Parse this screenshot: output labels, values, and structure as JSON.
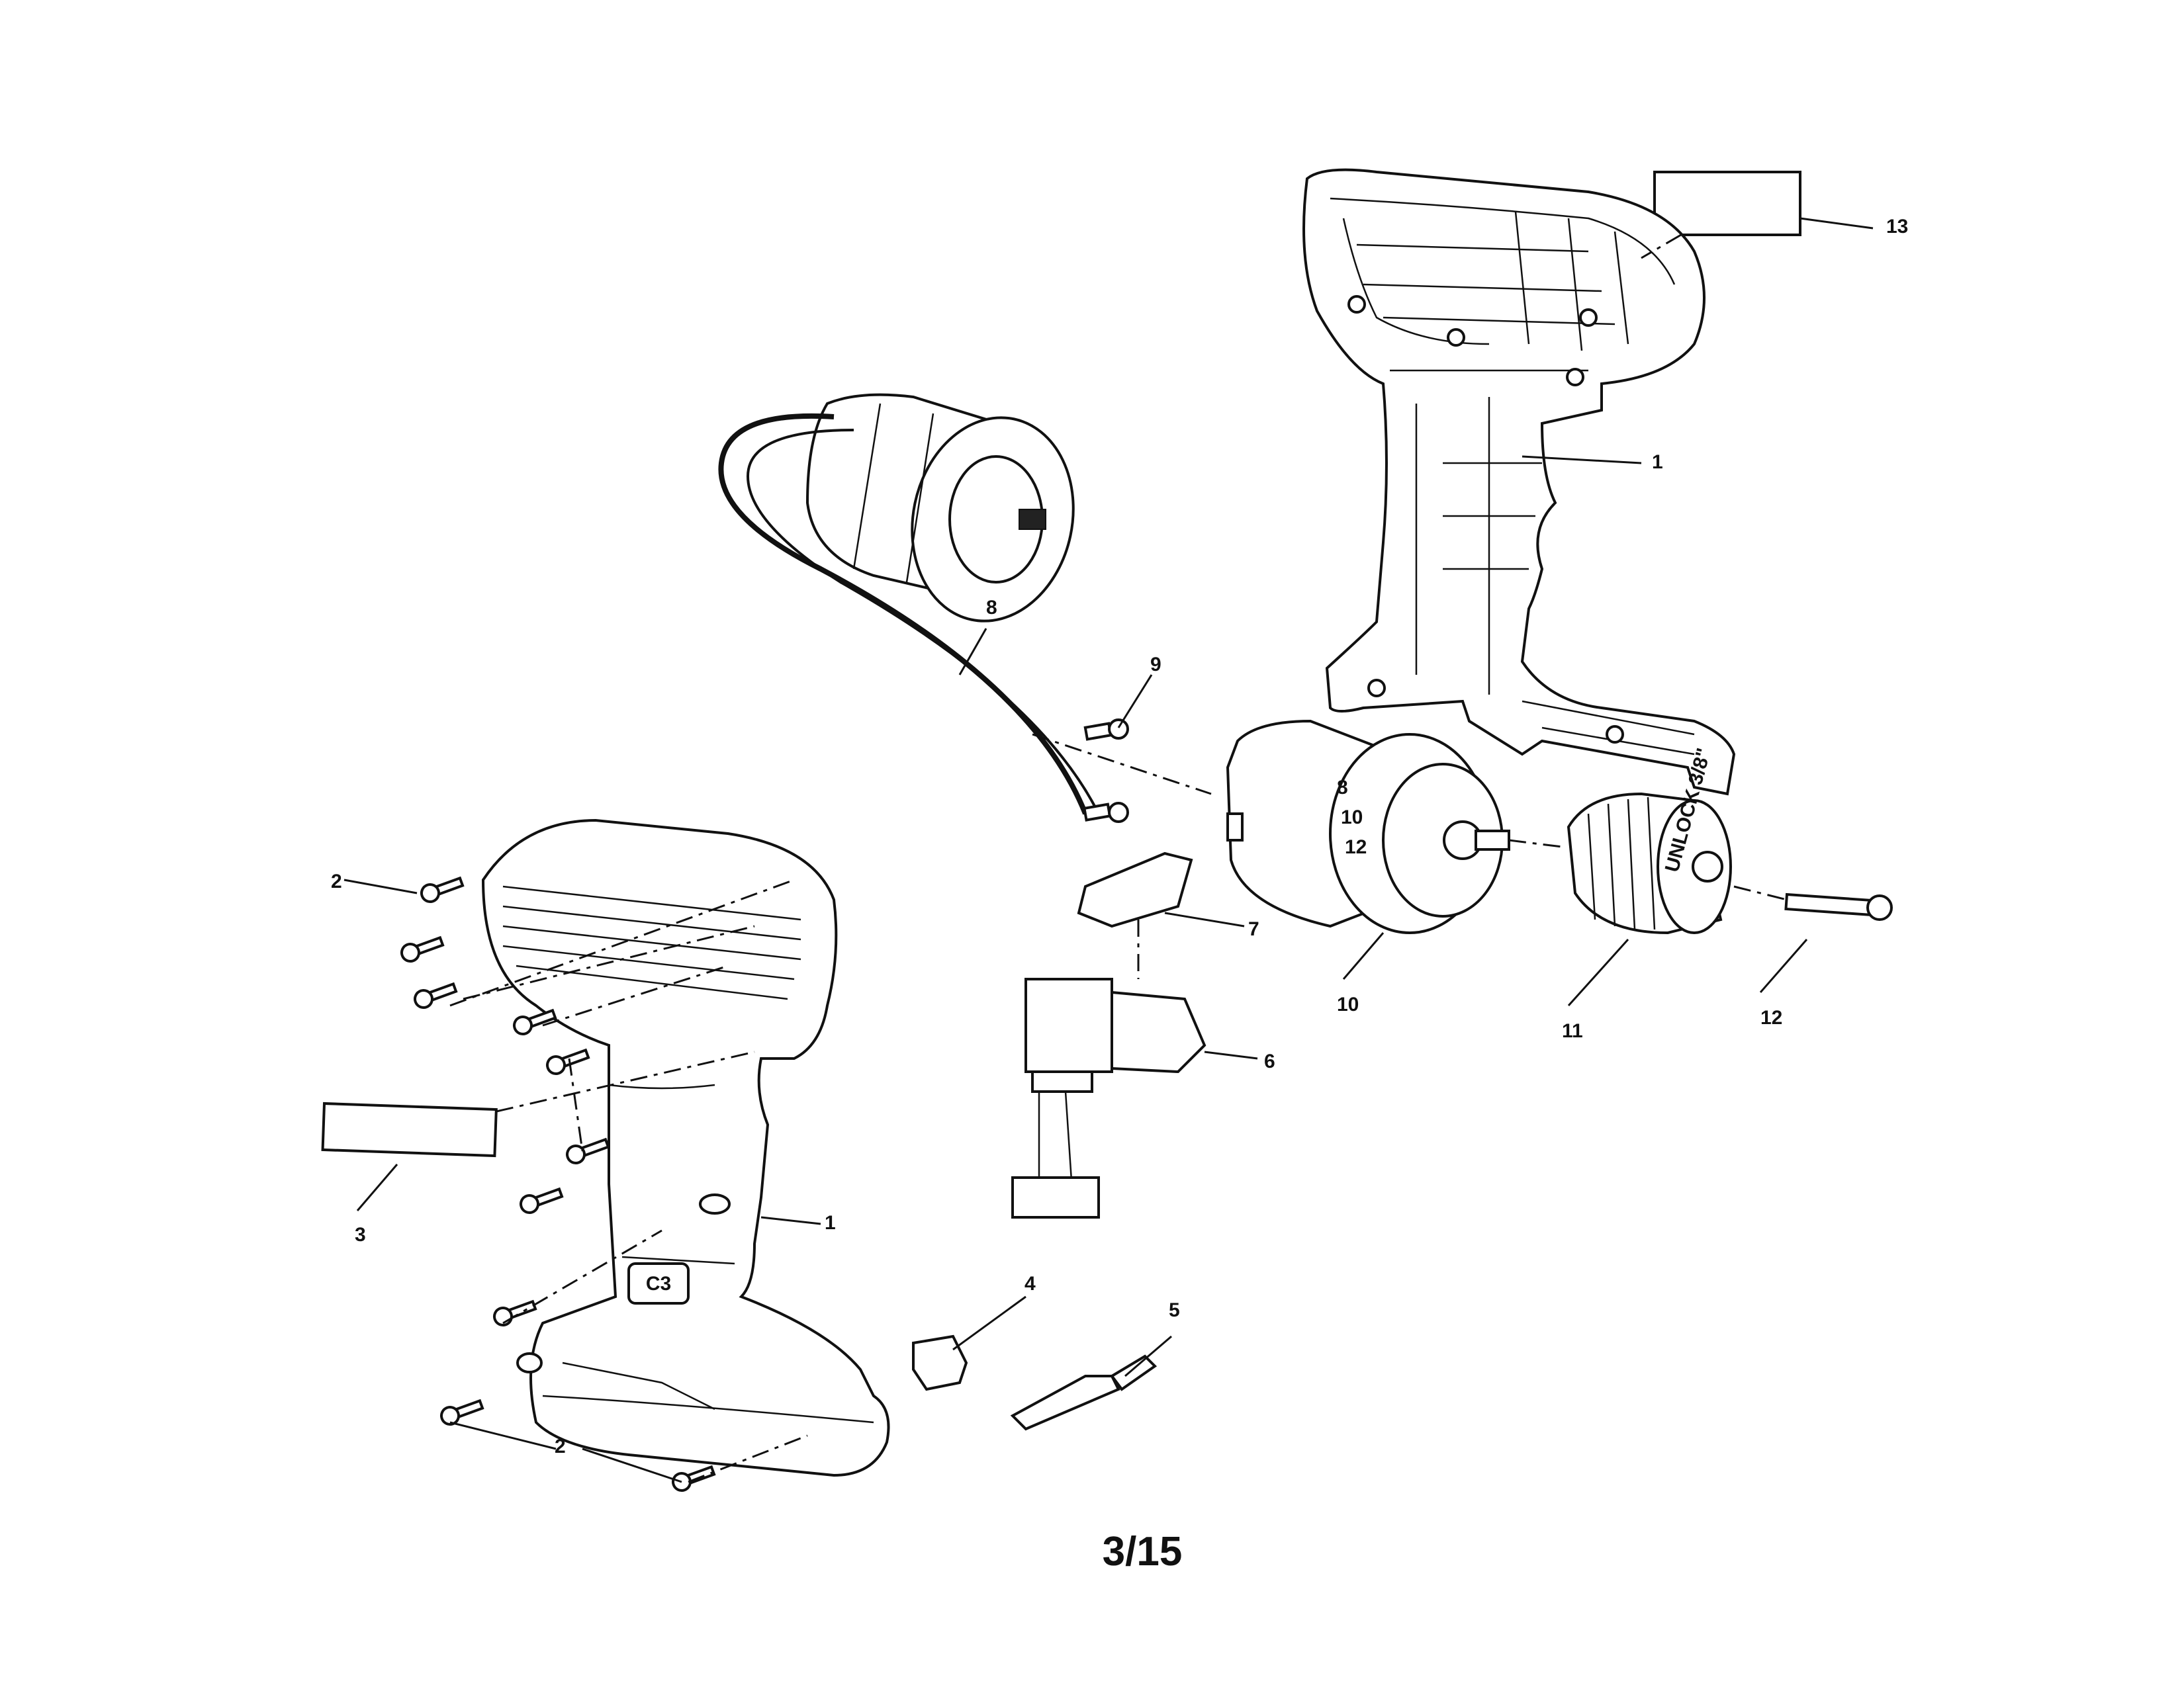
{
  "page_number": "3/15",
  "callouts": [
    {
      "id": "c1-top",
      "text": "1"
    },
    {
      "id": "c1-bottom",
      "text": "1"
    },
    {
      "id": "c2-top",
      "text": "2"
    },
    {
      "id": "c2-bottom",
      "text": "2"
    },
    {
      "id": "c3",
      "text": "3"
    },
    {
      "id": "c4",
      "text": "4"
    },
    {
      "id": "c5",
      "text": "5"
    },
    {
      "id": "c6",
      "text": "6"
    },
    {
      "id": "c7",
      "text": "7"
    },
    {
      "id": "c8",
      "text": "8"
    },
    {
      "id": "c9",
      "text": "9"
    },
    {
      "id": "c10",
      "text": "10"
    },
    {
      "id": "c11",
      "text": "11"
    },
    {
      "id": "c12",
      "text": "12"
    },
    {
      "id": "c13",
      "text": "13"
    }
  ],
  "markings": {
    "gearbox_scale": [
      "8",
      "10",
      "12"
    ],
    "chuck_text": "UNLOCK",
    "chuck_size": "3/8\"",
    "logo": "C3"
  }
}
